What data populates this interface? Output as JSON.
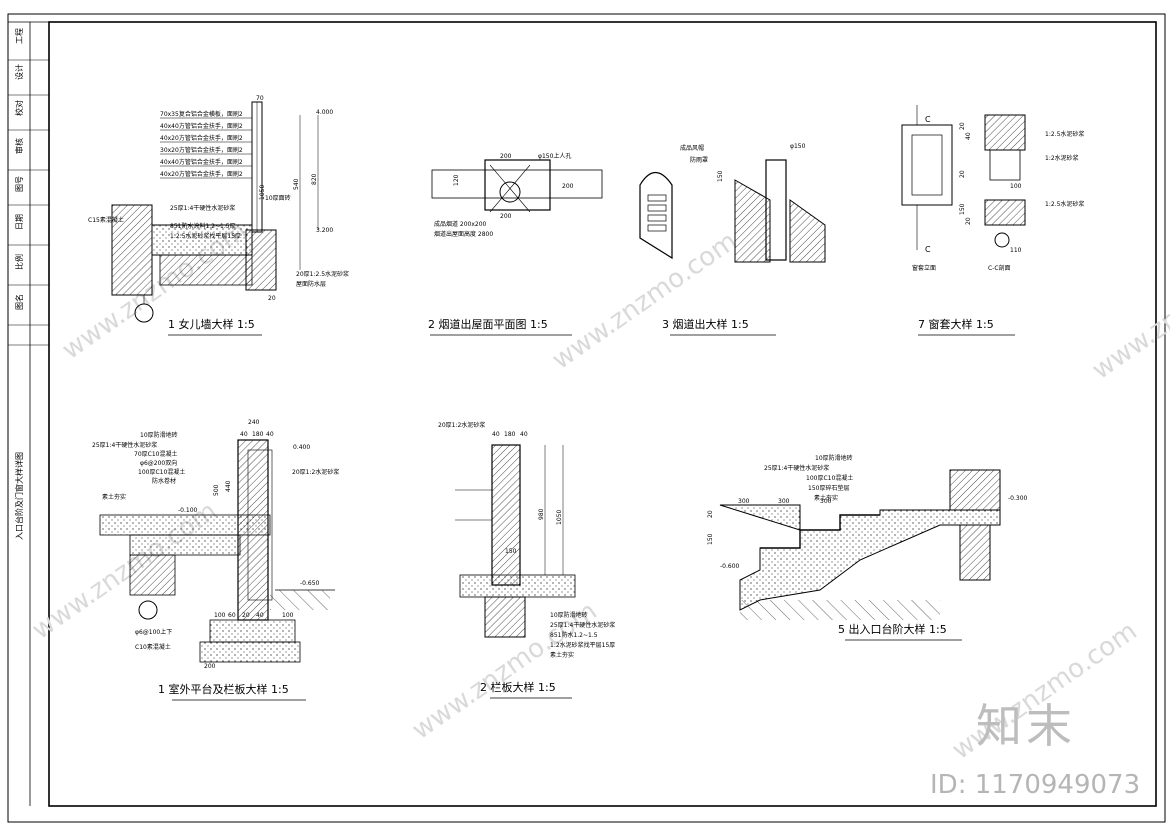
{
  "titleblock": {
    "rows": [
      "工程",
      "设计",
      "校对",
      "审核",
      "图号",
      "日期",
      "比例",
      "图名"
    ],
    "vertical_title": "入口台阶及门窗大样详图"
  },
  "details": {
    "d1": {
      "caption": "1 女儿墙大样 1:5",
      "labels": [
        "70x35复合铝合金横板，面刷2",
        "40x40方管铝合金扶手，面刷2",
        "40x20方管铝合金扶手，面刷2",
        "30x20方管铝合金扶手，面刷2",
        "40x40方管铝合金扶手，面刷2",
        "40x20方管铝合金扶手，面刷2",
        "C15素混凝土",
        "10厚面砖",
        "25厚1:4干硬性水泥砂浆",
        "851防水涂料1.2~1.5厚",
        "1:2.5水泥砂浆找平层15厚",
        "20厚1:2.5水泥砂浆",
        "屋面防水层"
      ],
      "dims": [
        "70",
        "4.000",
        "1050",
        "540",
        "820",
        "20",
        "3.200"
      ]
    },
    "d2": {
      "caption": "2 烟道出屋面平面图 1:5",
      "labels": [
        "φ150上人孔",
        "200",
        "200",
        "120",
        "200",
        "成品烟道 200x200",
        "烟道出屋面高度 2800"
      ]
    },
    "d3": {
      "caption": "3 烟道出大样 1:5",
      "labels": [
        "φ150",
        "成品风帽",
        "防雨罩",
        "150"
      ]
    },
    "d4": {
      "caption": "7 窗套大样 1:5",
      "labels": [
        "C",
        "C",
        "窗套立面",
        "C-C剖面",
        "1:2.5水泥砂浆",
        "1:2水泥砂浆",
        "1:2.5水泥砂浆",
        "20",
        "40",
        "20",
        "150",
        "20",
        "100",
        "110"
      ]
    },
    "d5": {
      "caption": "1 室外平台及栏板大样 1:5",
      "labels": [
        "10厚防滑地砖",
        "25厚1:4干硬性水泥砂浆",
        "70厚C10混凝土",
        "φ6@200双向",
        "100厚C10混凝土",
        "防水卷材",
        "素土夯实",
        "C10素混凝土",
        "-0.100",
        "0.400",
        "-0.650",
        "20厚1:2水泥砂浆",
        "φ6@100上下",
        "240",
        "40",
        "180",
        "40",
        "500",
        "440",
        "100",
        "60",
        "20",
        "200",
        "40",
        "100"
      ]
    },
    "d6": {
      "caption": "2 栏板大样 1:5",
      "labels": [
        "20厚1:2水泥砂浆",
        "40",
        "180",
        "40",
        "1050",
        "980",
        "150",
        "10厚防滑地砖",
        "25厚1:4干硬性水泥砂浆",
        "851防水1.2~1.5",
        "1:2水泥砂浆找平层15厚",
        "素土夯实"
      ]
    },
    "d7": {
      "caption": "5 出入口台阶大样 1:5",
      "labels": [
        "10厚防滑地砖",
        "25厚1:4干硬性水泥砂浆",
        "100厚C10混凝土",
        "150厚碎石垫层",
        "素土夯实",
        "300",
        "300",
        "300",
        "-0.300",
        "-0.600",
        "150",
        "20"
      ]
    }
  },
  "watermark": {
    "site": "www.znzmo.com",
    "brand": "知末",
    "id_label": "ID: 1170949073"
  }
}
